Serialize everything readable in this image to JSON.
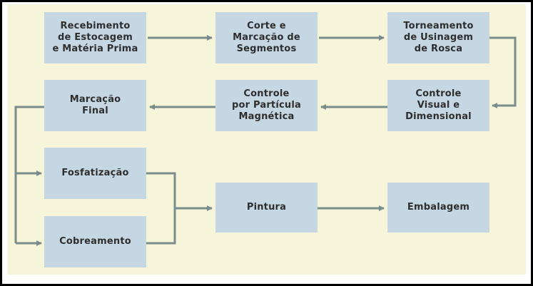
{
  "colors": {
    "panel": "#f7f5d9",
    "box": "#c6d7e4",
    "connector": "#7a8c8c",
    "text": "#2e2e2e"
  },
  "steps": [
    {
      "id": "recebimento",
      "label": "Recebimento\nde Estocagem\ne Matéria Prima"
    },
    {
      "id": "corte",
      "label": "Corte e\nMarcação de\nSegmentos"
    },
    {
      "id": "torneamento",
      "label": "Torneamento\nde Usinagem\nde Rosca"
    },
    {
      "id": "controle-visual",
      "label": "Controle\nVisual e\nDimensional"
    },
    {
      "id": "controle-particula",
      "label": "Controle\npor Partícula\nMagnética"
    },
    {
      "id": "marcacao-final",
      "label": "Marcação\nFinal"
    },
    {
      "id": "fosfatizacao",
      "label": "Fosfatização"
    },
    {
      "id": "cobreamento",
      "label": "Cobreamento"
    },
    {
      "id": "pintura",
      "label": "Pintura"
    },
    {
      "id": "embalagem",
      "label": "Embalagem"
    }
  ]
}
